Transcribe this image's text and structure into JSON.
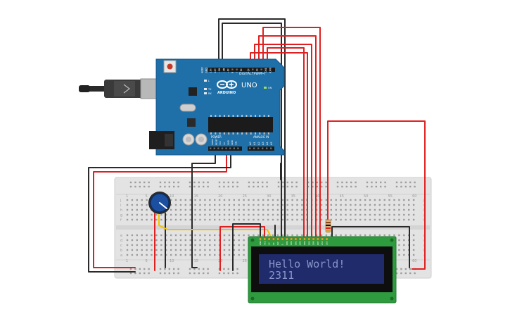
{
  "arduino": {
    "brand": "ARDUINO",
    "model": "UNO",
    "digital_header": "DIGITAL (PWM~)",
    "power_header": "POWER",
    "analog_header": "ANALOG IN",
    "on_label": "ON",
    "tx_label": "TX",
    "rx_label": "RX",
    "l_label": "L",
    "digital_pins": [
      "AREF",
      "GND",
      "13",
      "12",
      "~11",
      "~10",
      "~9",
      "8",
      "7",
      "~6",
      "~5",
      "4",
      "~3",
      "2",
      "TX 1",
      "RX 0"
    ],
    "power_pins": [
      "IOREF",
      "RESET",
      "3V3",
      "5V",
      "GND",
      "GND",
      "VIN"
    ],
    "analog_pins": [
      "A0",
      "A1",
      "A2",
      "A3",
      "A4",
      "A5"
    ]
  },
  "breadboard": {
    "row_labels_top": [
      "j",
      "i",
      "h",
      "g",
      "f"
    ],
    "row_labels_bottom": [
      "e",
      "d",
      "c",
      "b",
      "a"
    ],
    "column_numbers": [
      "1",
      "5",
      "10",
      "15",
      "20",
      "25",
      "30",
      "35",
      "40",
      "45",
      "50",
      "55",
      "60"
    ]
  },
  "lcd": {
    "line1": "Hello World!",
    "line2": "2311",
    "pin_labels": [
      "GND",
      "VCC",
      "V0",
      "RS",
      "RW",
      "E",
      "DB0",
      "DB1",
      "DB2",
      "DB3",
      "DB4",
      "DB5",
      "DB6",
      "DB7",
      "LED",
      "LED"
    ]
  },
  "colors": {
    "board_blue": "#1f6fa8",
    "breadboard": "#e6e6e6",
    "lcd_pcb": "#2e9c3e",
    "lcd_screen": "#1f2b6b",
    "lcd_text": "#8a95c8",
    "wire_red": "#e02020",
    "wire_black": "#2a2a2a",
    "wire_yellow": "#f2c200"
  }
}
